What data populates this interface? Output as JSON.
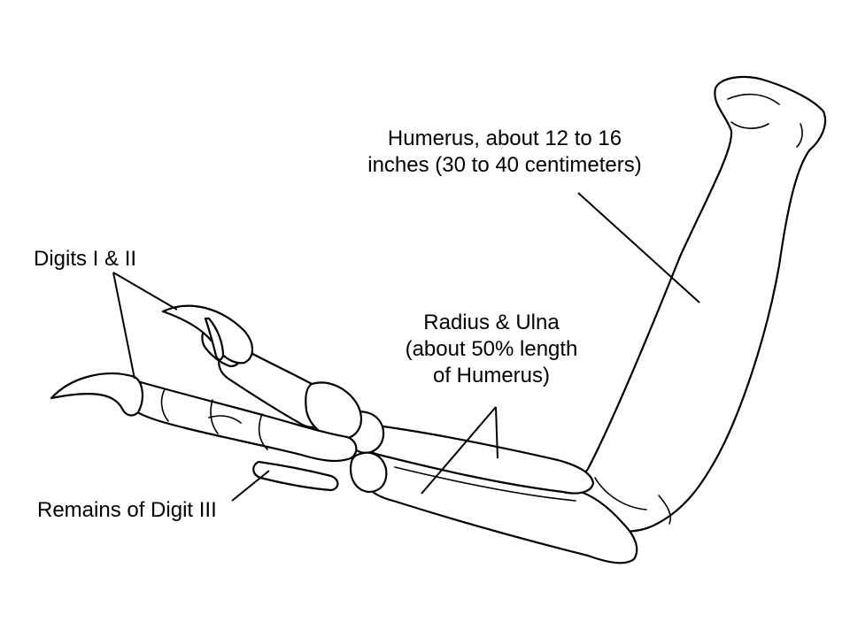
{
  "labels": {
    "humerus_line1": "Humerus, about 12 to 16",
    "humerus_line2": "inches (30 to 40 centimeters)",
    "digits": "Digits I & II",
    "radius_line1": "Radius & Ulna",
    "radius_line2": "(about 50% length",
    "radius_line3": "of Humerus)",
    "remains": "Remains of Digit III"
  }
}
